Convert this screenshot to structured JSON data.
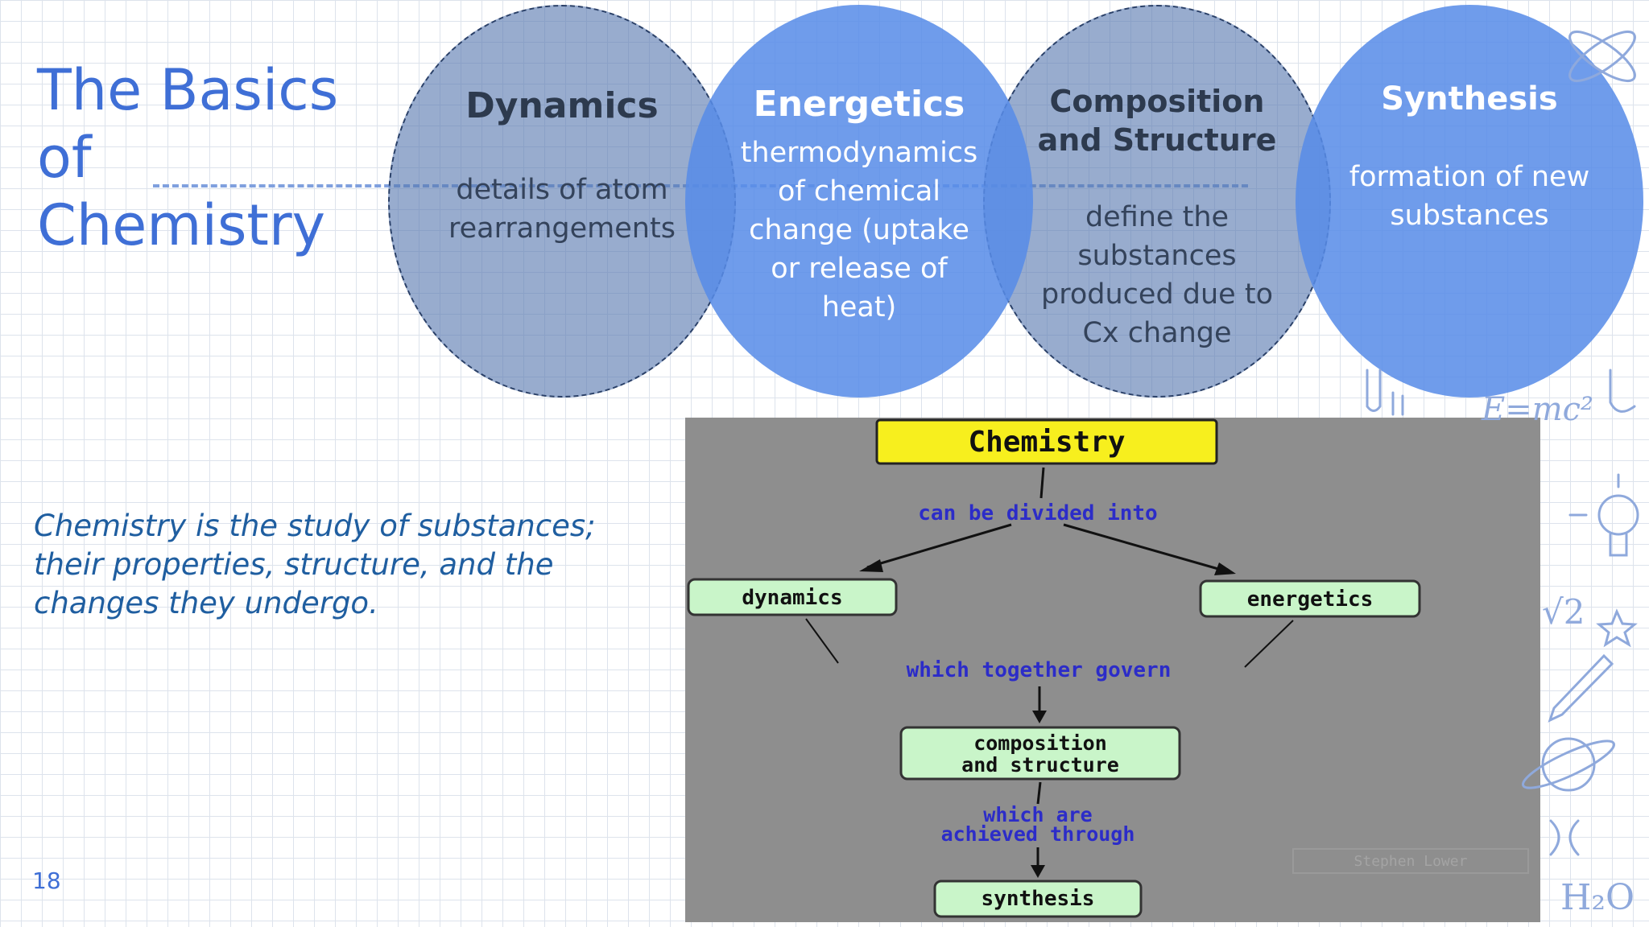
{
  "slide": {
    "title_line1": "The Basics of",
    "title_line2": "Chemistry",
    "description_lines": [
      "Chemistry is the study of substances;",
      "their properties, structure, and the",
      "changes they undergo."
    ],
    "page_number": "18"
  },
  "circles": [
    {
      "heading": [
        "Dynamics"
      ],
      "body": [
        "details of atom",
        "rearrangements"
      ]
    },
    {
      "heading": [
        "Energetics"
      ],
      "body": [
        "thermodynamics",
        "of chemical",
        "change (uptake",
        "or release of",
        "heat)"
      ]
    },
    {
      "heading": [
        "Composition",
        "and Structure"
      ],
      "body": [
        "define the",
        "substances",
        "produced due to",
        "Cx change"
      ]
    },
    {
      "heading": [
        "Synthesis"
      ],
      "body": [
        "formation of new",
        "substances"
      ]
    }
  ],
  "concept_map": {
    "root": "Chemistry",
    "link_divided": "can be divided into",
    "node_dynamics": "dynamics",
    "node_energetics": "energetics",
    "link_govern": "which together govern",
    "node_composition_1": "composition",
    "node_composition_2": "and structure",
    "link_achieved_1": "which are",
    "link_achieved_2": "achieved through",
    "node_synthesis": "synthesis",
    "watermark": "Stephen Lower"
  },
  "doodles": {
    "formula_emc2": "E=mc²",
    "sqrt2": "√2",
    "water": "H₂O"
  },
  "colors": {
    "title_blue": "#3f6fd6",
    "dark_circle": "#5979b0",
    "light_circle": "#578ce8",
    "map_background": "#8e8e8e",
    "root_box": "#f7ef1e",
    "node_box": "#c9f5c9",
    "link_text": "#2c2cc8"
  }
}
